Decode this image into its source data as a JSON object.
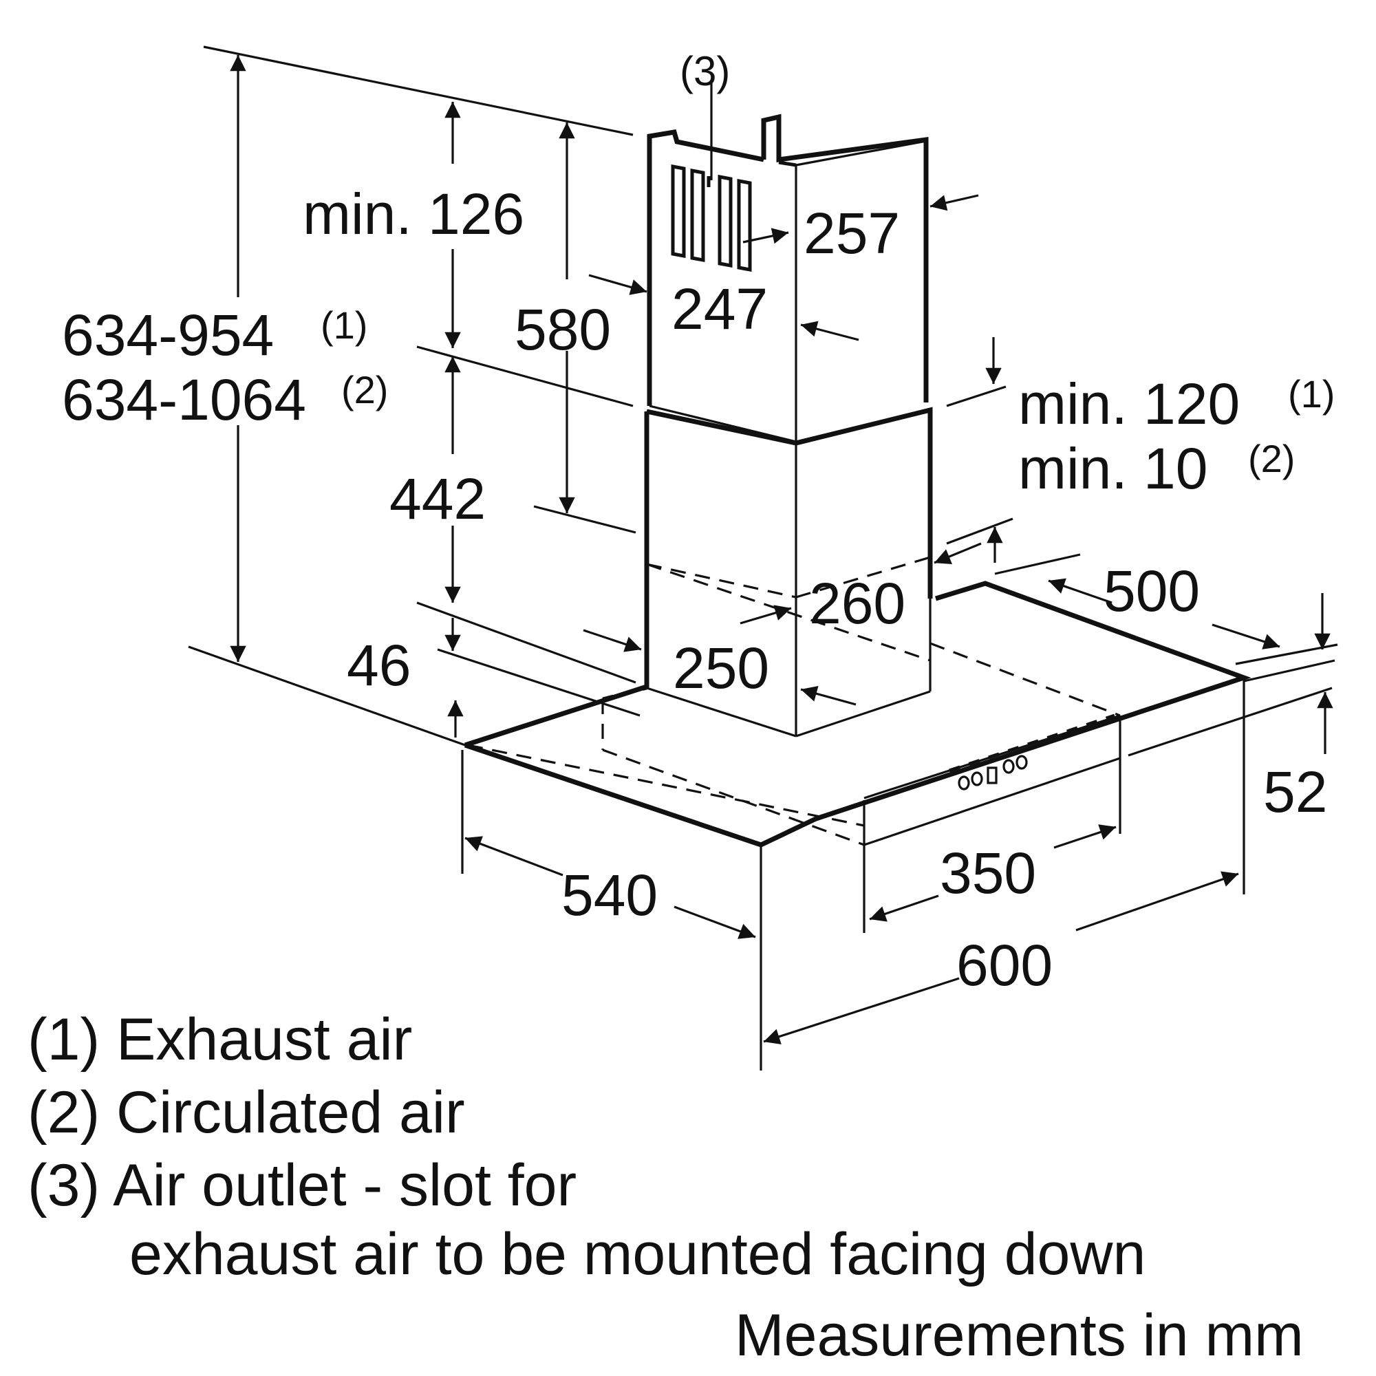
{
  "callout": {
    "note3": "(3)"
  },
  "dimensions": {
    "height_range_1": "634-954",
    "height_range_1_ref": "(1)",
    "height_range_2": "634-1064",
    "height_range_2_ref": "(2)",
    "min_top": "min. 126",
    "chimney_upper": "580",
    "chimney_lower": "442",
    "canopy_height": "46",
    "upper_depth": "257",
    "upper_width": "247",
    "lower_depth": "260",
    "lower_width": "250",
    "gap_exhaust": "min. 120",
    "gap_exhaust_ref": "(1)",
    "gap_circulated": "min. 10",
    "gap_circulated_ref": "(2)",
    "canopy_depth": "500",
    "front_height": "52",
    "canopy_side": "540",
    "control_width": "350",
    "canopy_width": "600"
  },
  "legend": {
    "item1": "(1) Exhaust air",
    "item2": "(2) Circulated air",
    "item3_line1": "(3) Air outlet - slot for",
    "item3_line2": "exhaust air to be mounted facing down",
    "units": "Measurements in mm"
  },
  "icons": [
    "control-knob-icon",
    "control-knob-icon",
    "control-switch-icon",
    "control-knob-icon",
    "control-knob-icon"
  ]
}
